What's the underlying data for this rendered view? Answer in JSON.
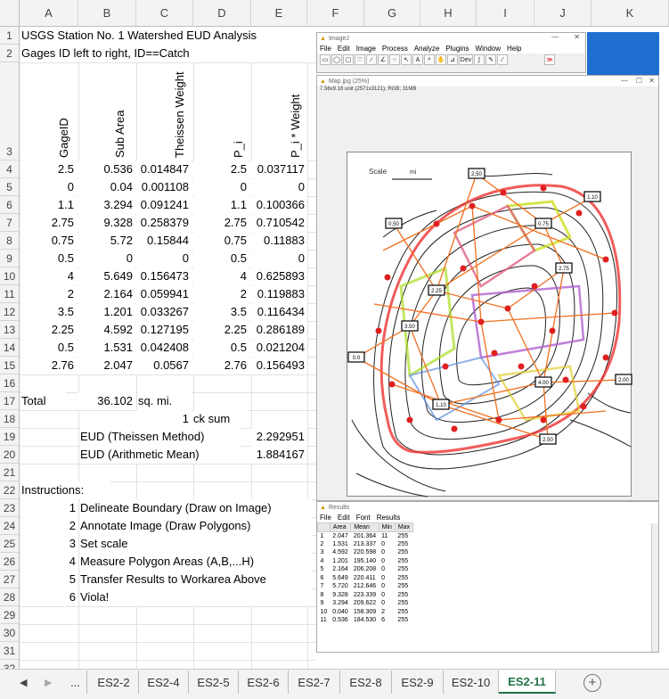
{
  "columns": [
    "A",
    "B",
    "C",
    "D",
    "E",
    "F",
    "G",
    "H",
    "I",
    "J",
    "K"
  ],
  "rows": [
    "1",
    "2",
    "3",
    "4",
    "5",
    "6",
    "7",
    "8",
    "9",
    "10",
    "11",
    "12",
    "13",
    "14",
    "15",
    "16",
    "17",
    "18",
    "19",
    "20",
    "21",
    "22",
    "23",
    "24",
    "25",
    "26",
    "27",
    "28",
    "29",
    "30",
    "31",
    "32"
  ],
  "title1": "USGS Station No. 1 Watershed EUD Analysis",
  "title2": "Gages ID left to right, ID==Catch",
  "headers": {
    "a": "GageID",
    "b": "Sub Area",
    "c": "Theissen Weight",
    "d": "P_i",
    "e": "P_i * Weight"
  },
  "data": [
    [
      "2.5",
      "0.536",
      "0.014847",
      "2.5",
      "0.037117"
    ],
    [
      "0",
      "0.04",
      "0.001108",
      "0",
      "0"
    ],
    [
      "1.1",
      "3.294",
      "0.091241",
      "1.1",
      "0.100366"
    ],
    [
      "2.75",
      "9.328",
      "0.258379",
      "2.75",
      "0.710542"
    ],
    [
      "0.75",
      "5.72",
      "0.15844",
      "0.75",
      "0.11883"
    ],
    [
      "0.5",
      "0",
      "0",
      "0.5",
      "0"
    ],
    [
      "4",
      "5.649",
      "0.156473",
      "4",
      "0.625893"
    ],
    [
      "2",
      "2.164",
      "0.059941",
      "2",
      "0.119883"
    ],
    [
      "3.5",
      "1.201",
      "0.033267",
      "3.5",
      "0.116434"
    ],
    [
      "2.25",
      "4.592",
      "0.127195",
      "2.25",
      "0.286189"
    ],
    [
      "0.5",
      "1.531",
      "0.042408",
      "0.5",
      "0.021204"
    ],
    [
      "2.76",
      "2.047",
      "0.0567",
      "2.76",
      "0.156493"
    ]
  ],
  "total_label": "Total",
  "total_value": "36.102",
  "total_unit": "sq. mi.",
  "checksum_value": "1",
  "checksum_label": "ck sum",
  "eud_theissen_label": "EUD (Theissen Method)",
  "eud_theissen_value": "2.292951",
  "eud_arith_label": "EUD (Arithmetic Mean)",
  "eud_arith_value": "1.884167",
  "instructions_label": "Instructions:",
  "instructions": [
    {
      "n": "1",
      "text": "Delineate Boundary (Draw on Image)"
    },
    {
      "n": "2",
      "text": "Annotate Image (Draw Polygons)"
    },
    {
      "n": "3",
      "text": "Set scale"
    },
    {
      "n": "4",
      "text": "Measure Polygon Areas (A,B,...H)"
    },
    {
      "n": "5",
      "text": "Transfer Results to Workarea Above"
    },
    {
      "n": "6",
      "text": "Viola!"
    }
  ],
  "imagej": {
    "title": "ImageJ",
    "menus": [
      "File",
      "Edit",
      "Image",
      "Process",
      "Analyze",
      "Plugins",
      "Window",
      "Help"
    ],
    "tools": [
      "▭",
      "◯",
      "▢",
      "♡",
      "∕",
      "∠",
      "⁘",
      "↖",
      "A",
      "⌕",
      "✋",
      "⊿",
      "Dev",
      "∫",
      "✎",
      "⁄",
      "≫"
    ]
  },
  "map": {
    "title": "Map.jpg (25%)",
    "info": "7.56x9.18 unit (2571x3121); RGB; 31MB",
    "scale_label": "Scale",
    "scale_unit": "mi",
    "gage_labels": [
      "2.50",
      "0.50",
      "1.10",
      "0.75",
      "2.75",
      "0.0",
      "3.50",
      "1.10",
      "4.00",
      "2.00",
      "2.50",
      "2.25"
    ]
  },
  "results": {
    "title": "Results",
    "menus": [
      "File",
      "Edit",
      "Font",
      "Results"
    ],
    "columns": [
      "",
      "Area",
      "Mean",
      "Min",
      "Max"
    ],
    "rows": [
      [
        "1",
        "2.047",
        "201.364",
        "11",
        "255"
      ],
      [
        "2",
        "1.531",
        "213.337",
        "0",
        "255"
      ],
      [
        "3",
        "4.592",
        "220.598",
        "0",
        "255"
      ],
      [
        "4",
        "1.201",
        "195.140",
        "0",
        "255"
      ],
      [
        "5",
        "2.164",
        "206.208",
        "0",
        "255"
      ],
      [
        "6",
        "5.649",
        "220.411",
        "0",
        "255"
      ],
      [
        "7",
        "5.720",
        "212.646",
        "0",
        "255"
      ],
      [
        "8",
        "9.328",
        "223.339",
        "0",
        "255"
      ],
      [
        "9",
        "3.294",
        "209.622",
        "0",
        "255"
      ],
      [
        "10",
        "0.040",
        "158.309",
        "2",
        "255"
      ],
      [
        "11",
        "0.536",
        "184.530",
        "6",
        "255"
      ]
    ]
  },
  "sheet_tabs": [
    "...",
    "ES2-2",
    "ES2-4",
    "ES2-5",
    "ES2-6",
    "ES2-7",
    "ES2-8",
    "ES2-9",
    "ES2-10",
    "ES2-11"
  ],
  "active_tab": "ES2-11",
  "colors": {
    "excel_green": "#217346",
    "imagej_blue": "#1f6fd1",
    "gage_red": "#e02020"
  }
}
